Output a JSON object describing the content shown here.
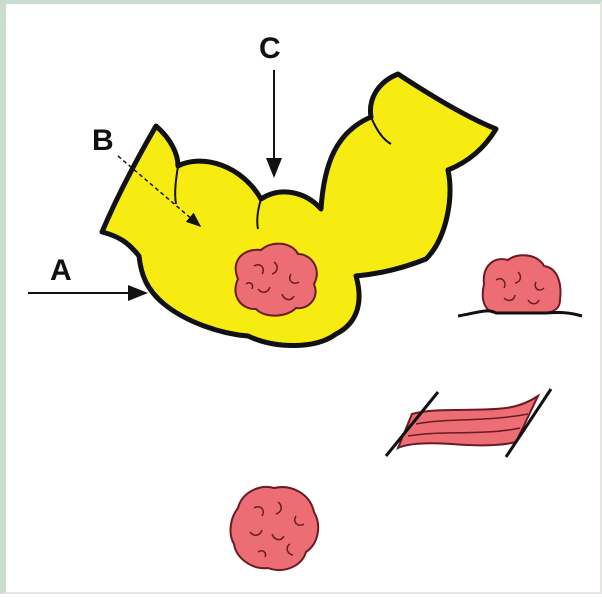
{
  "labels": {
    "a": "A",
    "b": "B",
    "c": "C"
  },
  "colors": {
    "colon_fill": "#f7ec12",
    "outline": "#111111",
    "polyp_fill": "#ec6d74",
    "polyp_line": "#6b1b22",
    "frame_border": "#c9dccf"
  },
  "parts": [
    "colon-segment",
    "intraluminal-polyp",
    "sessile-polyp",
    "flat-polyp",
    "detached-polyp"
  ]
}
